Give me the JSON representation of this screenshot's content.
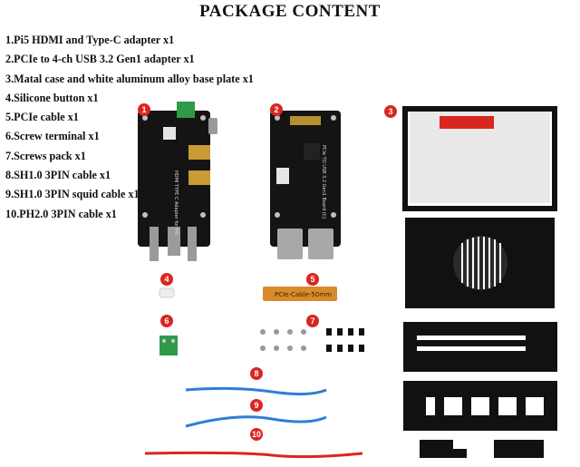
{
  "title": "PACKAGE CONTENT",
  "items": [
    "1.Pi5 HDMI and Type-C adapter x1",
    "2.PCIe to 4-ch USB 3.2 Gen1 adapter x1",
    "3.Matal case and white aluminum alloy base plate x1",
    "4.Silicone button x1",
    "5.PCIe cable x1",
    "6.Screw terminal x1",
    "7.Screws pack x1",
    "8.SH1.0 3PIN cable x1",
    "9.SH1.0 3PIN squid cable x1",
    "10.PH2.0 3PIN cable x1"
  ],
  "badges": [
    "1",
    "2",
    "3",
    "4",
    "5",
    "6",
    "7",
    "8",
    "9",
    "10"
  ],
  "board1_label": "HDMI TYPE C Adapter for Pi5",
  "board2_label": "PCIe TO USB 3.2 Gen1 Board (C)",
  "cable_label": "PCIe-Cable-50mm",
  "colors": {
    "badge": "#d9271f",
    "pcb": "#141414",
    "terminal": "#2f9a48",
    "flex": "#d98a2b",
    "case": "#111111",
    "plate": "#e9e9e9"
  }
}
